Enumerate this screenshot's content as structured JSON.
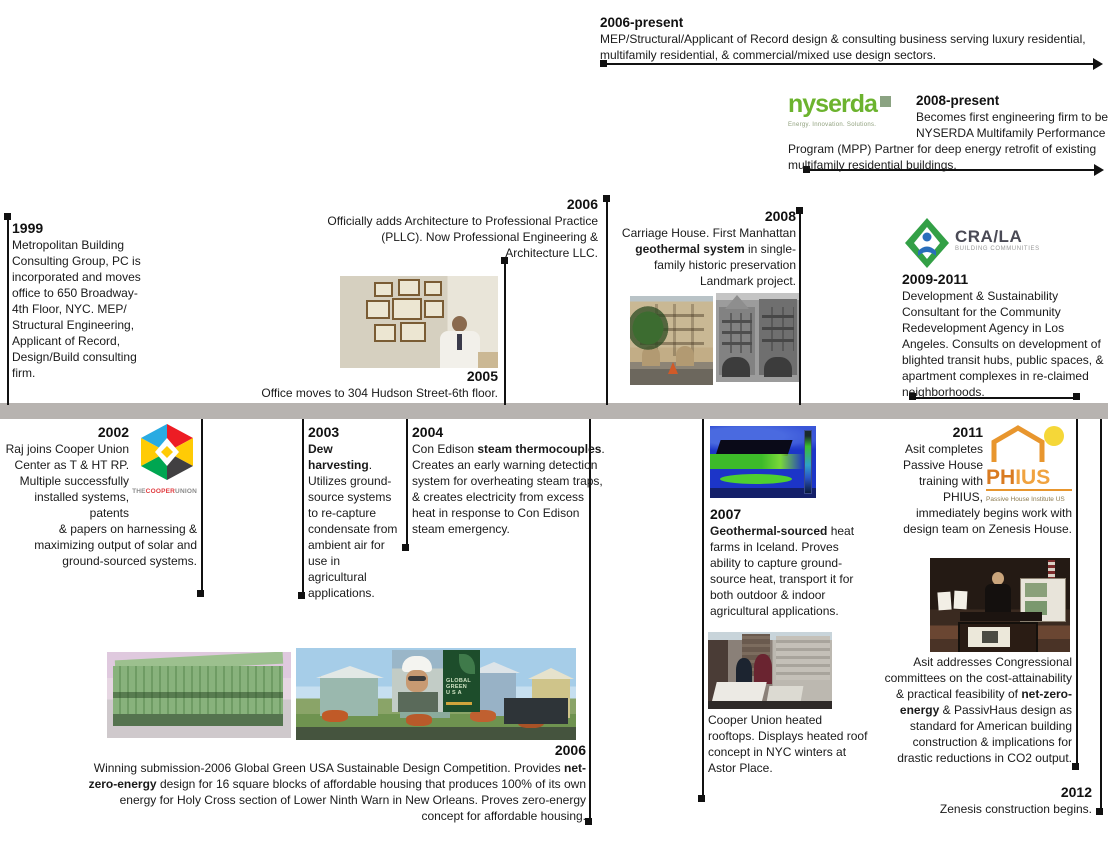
{
  "colors": {
    "timeline_bar": "#b7b3b0",
    "line": "#111111",
    "nyserda_green": "#6cb32e",
    "crala_green": "#33a046",
    "crala_blue": "#2a6ebb",
    "cooper_red": "#e03a3e",
    "phius_orange": "#e8962e"
  },
  "events": {
    "p2006": {
      "year": "2006-present",
      "text": "MEP/Structural/Applicant of Record design & consulting business serving luxury residential, multifamily residential, & commercial/mixed use design sectors."
    },
    "p2008": {
      "year": "2008-present",
      "text": "Becomes first engineering firm to be NYSERDA Multifamily Performance Program (MPP) Partner for deep energy retrofit of existing multifamily residential buildings."
    },
    "y1999": {
      "year": "1999",
      "text": "Metropolitan Building Consulting Group, PC is incorporated and moves office to 650 Broadway-4th Floor, NYC. MEP/ Structural Engineering, Applicant of Record, Design/Build consulting firm."
    },
    "y2006a": {
      "year": "2006",
      "text": "Officially adds Architecture to Professional Practice (PLLC). Now Professional Engineering & Architecture LLC."
    },
    "y2005": {
      "year": "2005",
      "text": "Office moves to 304 Hudson Street-6th floor."
    },
    "y2008": {
      "year": "2008",
      "parts": [
        "Carriage House. First Manhattan ",
        "geothermal system",
        " in single-family historic preservation Landmark project."
      ]
    },
    "y2009": {
      "year": "2009-2011",
      "text": "Development & Sustainability Consultant for the Community Redevelopment Agency in Los Angeles. Consults on development of blighted transit hubs, public spaces, & apartment complexes in re-claimed neighborhoods."
    },
    "y2002": {
      "year": "2002",
      "text1": "Raj joins Cooper Union Center as T & HT RP. Multiple successfully installed systems, patents",
      "text2": "& papers on harnessing & maximizing output of solar and ground-sourced systems."
    },
    "y2003": {
      "year": "2003",
      "parts": [
        "Dew harvesting",
        ". Utilizes ground-source systems to re-capture condensate from ambient air for use in agricultural applications."
      ]
    },
    "y2004": {
      "year": "2004",
      "parts": [
        "Con Edison ",
        "steam thermocouples",
        ". Creates an early warning detection system for overheating steam traps, & creates electricity from excess heat in response to Con Edison steam emergency."
      ]
    },
    "y2006b": {
      "year": "2006",
      "parts": [
        "Winning submission-2006 Global Green USA Sustainable Design Competition. Provides ",
        "net-zero-energy",
        " design for 16 square blocks of affordable housing that produces 100% of its own energy for Holy Cross section of Lower Ninth Warn in New Orleans. Proves zero-energy concept for affordable housing."
      ]
    },
    "y2007": {
      "year": "2007",
      "parts": [
        "Geothermal-sourced",
        " heat farms in Iceland. Proves ability to capture ground-source heat, transport it for both outdoor & indoor agricultural applications."
      ],
      "caption": "Cooper Union heated rooftops. Displays heated roof concept in NYC winters at Astor Place."
    },
    "y2011": {
      "year": "2011",
      "text": "Asit completes Passive House training with PHIUS, immediately begins work with design team on Zenesis House.",
      "parts": [
        "Asit addresses Congressional committees on the cost-attainability & practical feasibility of ",
        "net-zero-energy",
        " & PassivHaus design as standard for American building construction & implications for drastic reductions in CO2 output."
      ]
    },
    "y2012": {
      "year": "2012",
      "text": "Zenesis construction begins."
    }
  },
  "logos": {
    "nyserda": {
      "wordmark": "nyserda",
      "tagline": "Energy. Innovation. Solutions."
    },
    "crala": {
      "name": "CRA/LA",
      "tagline": "BUILDING COMMUNITIES"
    },
    "cooper": {
      "the": "THE",
      "cooper": "COOPER",
      "union": "UNION"
    },
    "phius": {
      "ph": "PH",
      "ius": "IUS",
      "tagline": "Passive House Institute US"
    },
    "globalgreen": {
      "l1": "GLOBAL",
      "l2": "GREEN",
      "l3": "USA"
    }
  }
}
